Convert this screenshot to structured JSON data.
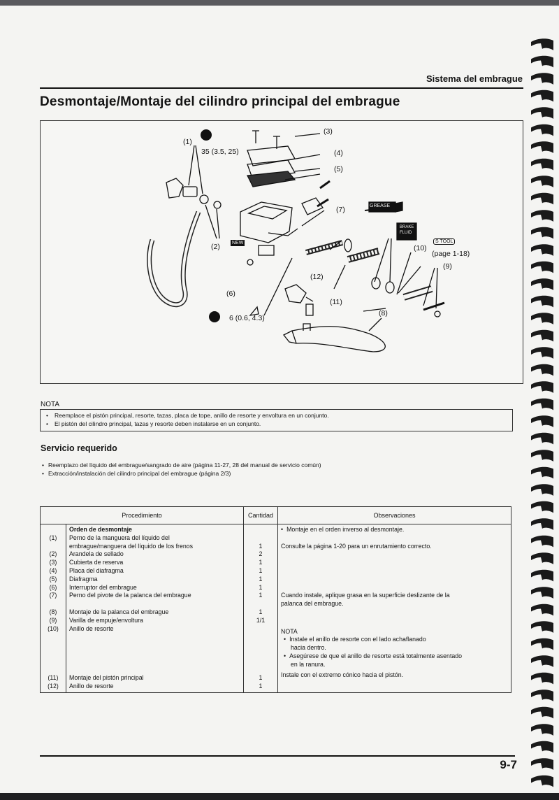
{
  "header": {
    "section": "Sistema del embrague",
    "title": "Desmontaje/Montaje del cilindro principal del embrague"
  },
  "diagram": {
    "labels": {
      "l1": "(1)",
      "l1_torque": "35 (3.5, 25)",
      "l2": "(2)",
      "l3": "(3)",
      "l4": "(4)",
      "l5": "(5)",
      "l6": "(6)",
      "l7": "(7)",
      "l8": "(8)",
      "l9": "(9)",
      "l10": "(10)",
      "l11": "(11)",
      "l12": "(12)",
      "torque2": "6 (0.6, 4.3)",
      "page_ref": "(page 1-18)",
      "grease": "GREASE",
      "brake_fluid_1": "BRAKE",
      "brake_fluid_2": "FLUID",
      "stool": "S TOOL",
      "new": "NEW"
    }
  },
  "nota": {
    "label": "NOTA",
    "items": [
      "Reemplace el pistón principal, resorte, tazas, placa de tope, anillo de resorte y envoltura en un conjunto.",
      "El pistón del cilindro principal, tazas y resorte deben instalarse en un conjunto."
    ]
  },
  "service": {
    "title": "Servicio requerido",
    "items": [
      "Reemplazo del líquido del embrague/sangrado de aire (página 11-27, 28 del manual de servicio común)",
      "Extracción/instalación del cilindro principal del embrague (página 2/3)"
    ]
  },
  "table": {
    "headers": {
      "procedure": "Procedimiento",
      "qty": "Cantidad",
      "obs": "Observaciones"
    },
    "nums": [
      "",
      "(1)",
      "",
      "(2)",
      "(3)",
      "(4)",
      "(5)",
      "(6)",
      "(7)",
      "",
      "(8)",
      "(9)",
      "(10)",
      "",
      "",
      "",
      "",
      "",
      "(11)",
      "(12)"
    ],
    "procedures": [
      "Orden de desmontaje",
      "Perno de la manguera del líquido del",
      "embrague/manguera del líquido de los frenos",
      "Arandela de sellado",
      "Cubierta de reserva",
      "Placa del diafragma",
      "Diafragma",
      "Interruptor del embrague",
      "Perno del pivote de la palanca del embrague",
      "",
      "Montaje de la palanca del embrague",
      "Varilla de empuje/envoltura",
      "Anillo de resorte",
      "",
      "",
      "",
      "",
      "",
      "Montaje del pistón principal",
      "Anillo de resorte"
    ],
    "qtys": [
      "",
      "",
      "1",
      "2",
      "1",
      "1",
      "1",
      "1",
      "1",
      "",
      "1",
      "1/1",
      "",
      "",
      "",
      "",
      "",
      "",
      "1",
      "1"
    ],
    "observations": {
      "o1": "Montaje en el orden inverso al desmontaje.",
      "o2": "Consulte la página 1-20 para un enrutamiento correcto.",
      "o3a": "Cuando instale, aplique grasa en la superficie deslizante de la",
      "o3b": "palanca del embrague.",
      "nota": "NOTA",
      "n1a": "Instale el anillo de resorte con el lado achaflanado",
      "n1b": "hacia dentro.",
      "n2a": "Asegúrese de que el anillo de resorte está totalmente asentado",
      "n2b": "en la ranura.",
      "o4": "Instale con el extremo cónico hacia el pistón."
    }
  },
  "footer": {
    "page": "9-7"
  }
}
